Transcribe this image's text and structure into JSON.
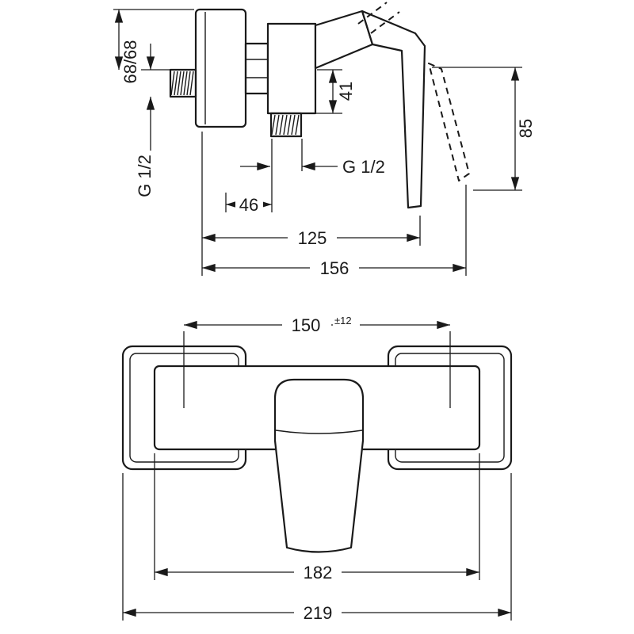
{
  "drawing": {
    "title": "shower-mixer-dimensional-drawing",
    "side_view": {
      "dim_height_offset": "68/68",
      "thread_inlet": "G 1/2",
      "dim_outlet_depth": "41",
      "thread_outlet": "G 1/2",
      "dim_outlet_offset": "46",
      "dim_depth_body": "125",
      "dim_depth_total": "156",
      "dim_handle_height": "85"
    },
    "front_view": {
      "dim_center_distance": "150",
      "dim_center_tolerance": "±12",
      "dim_body_width": "182",
      "dim_total_width": "219"
    },
    "colors": {
      "line": "#1a1a1a",
      "background": "#ffffff"
    }
  }
}
